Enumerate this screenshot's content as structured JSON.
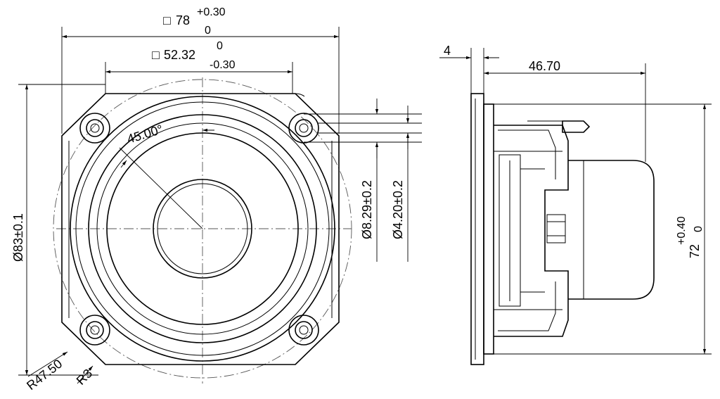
{
  "front_view": {
    "outer_square": {
      "symbol": "□",
      "value": "78",
      "tol_upper": "+0.30",
      "tol_lower": "0"
    },
    "inner_square": {
      "symbol": "□",
      "value": "52.32",
      "tol_upper": "0",
      "tol_lower": "-0.30"
    },
    "angle": "45.00°",
    "diameter": "Ø83±0.1",
    "hole_outer": "Ø8.29±0.2",
    "hole_inner": "Ø4.20±0.2",
    "radius_large": "R47.50",
    "radius_corner": "R3"
  },
  "side_view": {
    "flange_thickness": "4",
    "depth": "46.70",
    "height": {
      "value": "72",
      "tol_upper": "+0.40",
      "tol_lower": "0"
    }
  }
}
